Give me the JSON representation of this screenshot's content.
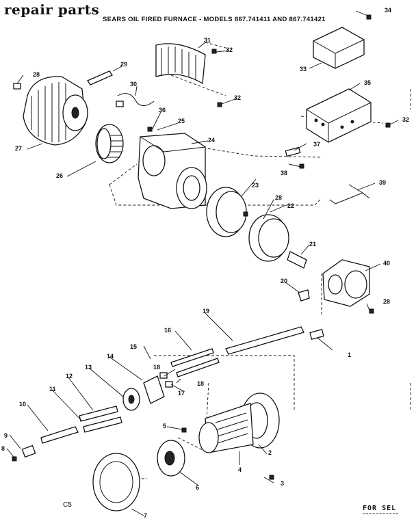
{
  "header": {
    "title": "repair parts",
    "subtitle": "SEARS OIL FIRED FURNACE - MODELS 867.741411 AND 867.741421"
  },
  "diagram_code": "C5",
  "footer_label": "FOR SEL",
  "callouts": [
    "1",
    "2",
    "3",
    "4",
    "5",
    "6",
    "7",
    "8",
    "9",
    "10",
    "11",
    "12",
    "13",
    "14",
    "15",
    "16",
    "17",
    "18",
    "19",
    "20",
    "21",
    "22",
    "23",
    "24",
    "25",
    "26",
    "27",
    "28",
    "29",
    "30",
    "31",
    "32",
    "33",
    "34",
    "35",
    "36",
    "37",
    "38",
    "39",
    "40"
  ]
}
